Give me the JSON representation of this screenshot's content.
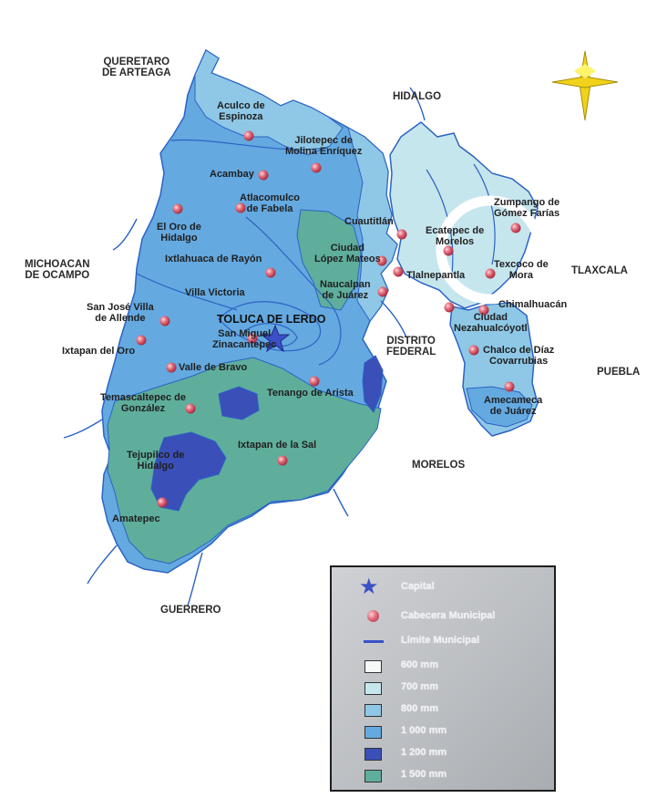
{
  "regions": [
    {
      "id": "queretaro",
      "text": "QUERETARO\nDE ARTEAGA"
    },
    {
      "id": "hidalgo",
      "text": "HIDALGO"
    },
    {
      "id": "michoacan",
      "text": "MICHOACAN\nDE OCAMPO"
    },
    {
      "id": "tlaxcala",
      "text": "TLAXCALA"
    },
    {
      "id": "distrito-federal",
      "text": "DISTRITO\nFEDERAL"
    },
    {
      "id": "puebla",
      "text": "PUEBLA"
    },
    {
      "id": "morelos",
      "text": "MORELOS"
    },
    {
      "id": "guerrero",
      "text": "GUERRERO"
    }
  ],
  "capital": {
    "text": "TOLUCA DE LERDO"
  },
  "towns": [
    {
      "id": "aculco",
      "text": "Aculco de\nEspinoza"
    },
    {
      "id": "jilotepec",
      "text": "Jilotepec de\nMolina Enríquez"
    },
    {
      "id": "acambay",
      "text": "Acambay"
    },
    {
      "id": "atlacomulco",
      "text": "Atlacomulco\nde Fabela"
    },
    {
      "id": "el-oro",
      "text": "El Oro de\nHidalgo"
    },
    {
      "id": "ixtlahuaca",
      "text": "Ixtlahuaca de Rayón"
    },
    {
      "id": "cuautitlan",
      "text": "Cuautitlán"
    },
    {
      "id": "ecatepec",
      "text": "Ecatepec de\nMorelos"
    },
    {
      "id": "zumpango-farias",
      "text": "Zumpango de\nGómez Farías"
    },
    {
      "id": "lopez-mateos",
      "text": "Ciudad\nLópez Mateos"
    },
    {
      "id": "tlalnepantla",
      "text": "Tlalnepantla"
    },
    {
      "id": "texcoco",
      "text": "Texcoco de\nMora"
    },
    {
      "id": "naucalpan",
      "text": "Naucalpan\nde Juárez"
    },
    {
      "id": "villa-victoria",
      "text": "Villa Victoria"
    },
    {
      "id": "san-jose",
      "text": "San José Villa\nde Allende"
    },
    {
      "id": "chimalhuacan",
      "text": "Chimalhuacán"
    },
    {
      "id": "nezahualcoyotl",
      "text": "Ciudad\nNezahualcóyotl"
    },
    {
      "id": "ixtapan-oro",
      "text": "Ixtapan del Oro"
    },
    {
      "id": "san-miguel",
      "text": "San Miguel\nZinacantepec"
    },
    {
      "id": "chalco",
      "text": "Chalco de Díaz\nCovarrubias"
    },
    {
      "id": "valle-bravo",
      "text": "Valle de Bravo"
    },
    {
      "id": "temascaltepec",
      "text": "Temascaltepec de\nGonzález"
    },
    {
      "id": "tenango",
      "text": "Tenango de Arista"
    },
    {
      "id": "amecameca",
      "text": "Amecameca\nde Juárez"
    },
    {
      "id": "ixtapan-sal",
      "text": "Ixtapan de la Sal"
    },
    {
      "id": "tejupilco",
      "text": "Tejupilco de\nHidalgo"
    },
    {
      "id": "amatepec",
      "text": "Amatepec"
    }
  ],
  "legend": {
    "items": [
      {
        "kind": "star",
        "text": "Capital",
        "color": "#3b4fc7"
      },
      {
        "kind": "dot",
        "text": "Cabecera Municipal",
        "color": "#d9576b"
      },
      {
        "kind": "line",
        "text": "Límite Municipal",
        "color": "#3a52c7"
      },
      {
        "kind": "swatch",
        "text": "600 mm",
        "color": "#f6f8f8"
      },
      {
        "kind": "swatch",
        "text": "700 mm",
        "color": "#c6e6ee"
      },
      {
        "kind": "swatch",
        "text": "800 mm",
        "color": "#8ec8e6"
      },
      {
        "kind": "swatch",
        "text": "1 000 mm",
        "color": "#64a9e0"
      },
      {
        "kind": "swatch",
        "text": "1 200 mm",
        "color": "#3b4fb8"
      },
      {
        "kind": "swatch",
        "text": "1 500 mm",
        "color": "#5fae9c"
      }
    ]
  },
  "colors": {
    "zone_700": "#c6e6ee",
    "zone_800": "#8ec8e6",
    "zone_1000": "#64a9e0",
    "zone_1200": "#3b4fb8",
    "zone_1500": "#5fae9c",
    "river": "#2c63c4",
    "highlight_ring": "#ffffff",
    "compass": "#f2d21a"
  },
  "icons": {
    "compass": "compass-rose-icon",
    "capital": "star-icon",
    "town": "dot-icon"
  }
}
